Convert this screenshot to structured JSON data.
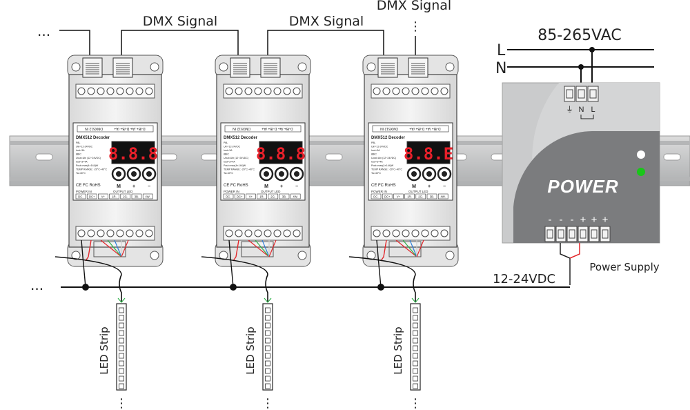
{
  "signals": {
    "dmx_left": "DMX Signal",
    "dmx_mid": "DMX Signal",
    "dmx_right": "DMX Signal",
    "ellipsis": "...",
    "vdots": "⋮"
  },
  "mains": {
    "voltage": "85-265VAC",
    "l_label": "L",
    "n_label": "N"
  },
  "power_supply": {
    "brand": "POWER",
    "caption": "Power Supply",
    "ac_terminals": [
      "⏚",
      "N",
      "L"
    ],
    "dc_terminals": [
      "-",
      "-",
      "-",
      "+",
      "+",
      "+"
    ],
    "led_colors": [
      "#ffffff",
      "#19c619"
    ]
  },
  "bus": {
    "voltage": "12-24VDC"
  },
  "decoder": {
    "title": "DMX512 Decoder",
    "top_strip_a": "DMX512 IN",
    "top_strip_b": "D-/B+ /A+ D-/B+ /A+",
    "specs": [
      "P8L",
      "Uin=12-24VDC",
      "Iout=3A",
      "8BIC",
      "Uout=Uin (12~24VDC)",
      "Iout=3×4A",
      "Pout=max(4×144)W",
      "TEMP RANGE: -20°C~40°C",
      "Ta=40°C"
    ],
    "certs": "CE FC RoHS",
    "power_in": "POWER IN",
    "output": "OUTPUT LED",
    "bottom_terms": [
      "DC-",
      "DC+",
      "V+",
      "1R-",
      "2G-",
      "3B-",
      "4W-"
    ],
    "buttons": [
      "M",
      "+",
      "−"
    ],
    "displays": [
      "8.8.8",
      "8.8.8",
      "8.8.E"
    ]
  },
  "strips": {
    "label": "LED Strip"
  },
  "colors": {
    "rail": "#c9cacb",
    "module_body": "#ececec",
    "psu_body": "#c8c9ca",
    "wire_red": "#e3262a",
    "wire_green": "#2fb24a",
    "wire_blue": "#2d7fd8",
    "wire_white": "#cfcfcf"
  }
}
